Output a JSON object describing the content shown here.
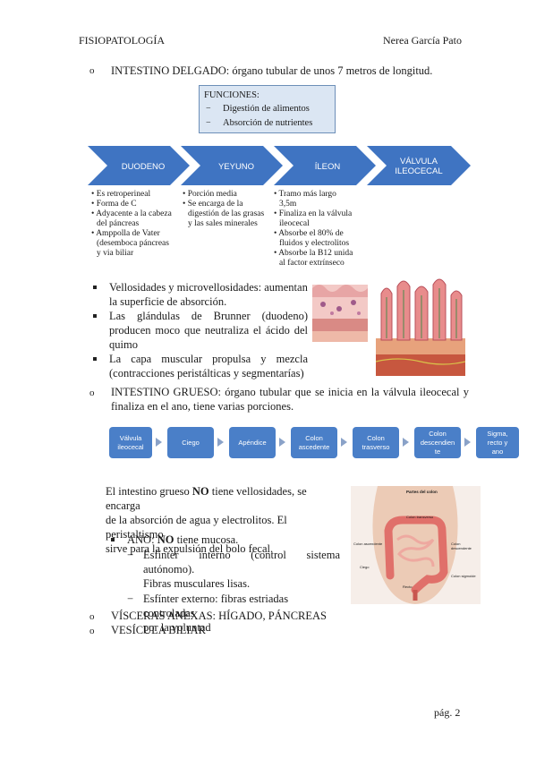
{
  "header": {
    "left": "FISIOPATOLOGÍA",
    "right": "Nerea García Pato"
  },
  "section1": {
    "bullet": "o",
    "heading": "INTESTINO DELGADO",
    "text": ": órgano tubular de unos 7 metros de longitud."
  },
  "functions_box": {
    "title": "FUNCIONES:",
    "items": [
      "Digestión de alimentos",
      "Absorción de nutrientes"
    ],
    "dash": "−"
  },
  "chevrons": [
    "DUODENO",
    "YEYUNO",
    "ÍLEON",
    "VÁLVULA",
    "ILEOCECAL"
  ],
  "duodeno_notes": [
    "Es retroperineal",
    "Forma de C",
    "Adyacente a la cabeza",
    "del páncreas",
    "Amppolla de Vater",
    "(desemboca páncreas",
    "y via biliar"
  ],
  "yeyuno_notes": [
    "Porción media",
    "Se encarga de la",
    "digestión de las grasas",
    "y las sales minerales"
  ],
  "ileon_notes": [
    "Tramo más largo",
    "3,5m",
    "Finaliza en la válvula",
    "ileocecal",
    "Absorbe el 80% de",
    "fluidos y electrolitos",
    "Absorbe la B12 unida",
    "al factor extrínseco"
  ],
  "note_bullet": "•",
  "villi_bullets": [
    [
      "Vellosidades y microvellosidades: aumentan",
      "la superficie de absorción."
    ],
    [
      "Las glándulas de Brunner (duodeno)",
      "producen moco que neutraliza el ácido del",
      "quimo"
    ],
    [
      "La capa muscular propulsa y mezcla",
      "(contracciones peristálticas y segmentarías)"
    ]
  ],
  "section2": {
    "bullet": "o",
    "heading": "INTESTINO GRUESO",
    "line1": ": órgano tubular que se inicia en la válvula ileocecal y",
    "line2": "finaliza en el ano, tiene varias porciones."
  },
  "process": [
    [
      "Válvula",
      "ileocecal"
    ],
    [
      "Ciego"
    ],
    [
      "Apéndice"
    ],
    [
      "Colon",
      "ascedente"
    ],
    [
      "Colon",
      "trasverso"
    ],
    [
      "Colon",
      "descendien",
      "te"
    ],
    [
      "Sigma,",
      "recto y",
      "ano"
    ]
  ],
  "grueso_text": {
    "p1a": "El intestino grueso ",
    "p1b": "NO",
    "p1c": " tiene vellosidades, se encarga",
    "p2": "de la absorción de agua y electrolitos. El peristaltismo",
    "p3": "sirve para la expulsión del bolo fecal."
  },
  "ano": {
    "label_a": "ANO: ",
    "label_b": "NO",
    "label_c": " tiene mucosa.",
    "items": [
      [
        "Esfínter interno (control sistema autónomo).",
        "Fibras musculares lisas."
      ],
      [
        "Esfínter externo: fibras estriadas controladas",
        "por la voluntad"
      ]
    ]
  },
  "colon_figure": {
    "title": "Partes del colon",
    "labels": [
      "Colon transverso",
      "Colon ascendente",
      "Colon descendente",
      "Ciego",
      "Colon sigmoide",
      "Recto"
    ]
  },
  "section3": {
    "bullet": "o",
    "text": "VÍSCERAS ANEXAS: HÍGADO, PÁNCREAS"
  },
  "section4": {
    "bullet": "o",
    "text": "VESÍCULA BILIAR"
  },
  "footer": {
    "page": "pág. 2"
  },
  "colors": {
    "chevron": "#3f74c2",
    "box_bg": "#dbe6f3",
    "process": "#4a7fc8",
    "arrow": "#8aa2c8"
  }
}
